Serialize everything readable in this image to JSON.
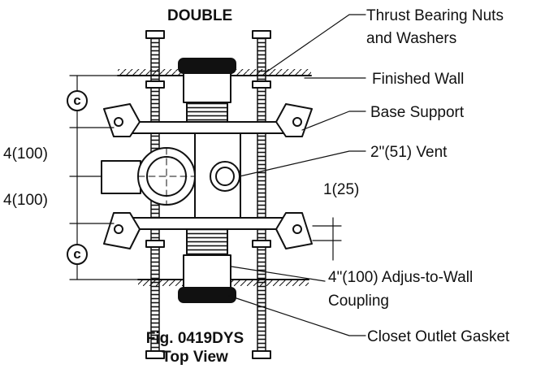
{
  "figure": {
    "title": "DOUBLE",
    "caption_line1": "Fig. 0419DYS",
    "caption_line2": "Top View"
  },
  "callouts": {
    "thrust_line1": "Thrust Bearing Nuts",
    "thrust_line2": "and Washers",
    "finished_wall": "Finished Wall",
    "base_support": "Base Support",
    "vent": "2\"(51) Vent",
    "coupling_line1": "4\"(100) Adjus-to-Wall",
    "coupling_line2": "Coupling",
    "gasket": "Closet Outlet Gasket"
  },
  "dimensions": {
    "upper_offset": "4(100)",
    "lower_offset": "4(100)",
    "plate_height": "1(25)",
    "center_mark_top": "c",
    "center_mark_bottom": "c"
  }
}
